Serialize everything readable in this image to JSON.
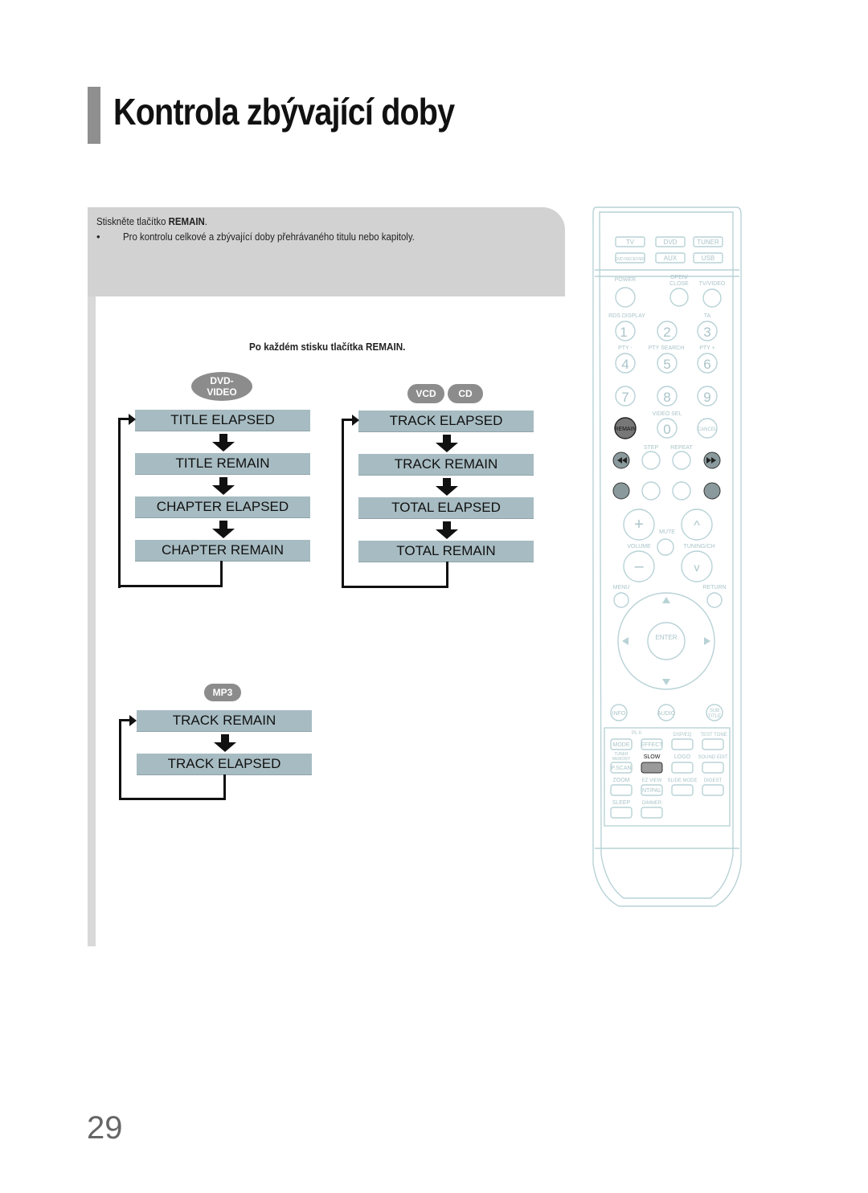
{
  "page": {
    "title": "Kontrola zbývající doby",
    "page_number": "29"
  },
  "instructions": {
    "step_prefix": "Stiskněte tlačítko ",
    "step_button": "REMAIN",
    "step_suffix": ".",
    "bullet_symbol": "•",
    "bullet_text": "Pro kontrolu celkové a zbývající doby přehrávaného titulu nebo kapitoly."
  },
  "diagram": {
    "heading": "Po každém stisku tlačítka REMAIN.",
    "dvd": {
      "badge_line1": "DVD-",
      "badge_line2": "VIDEO",
      "states": [
        "TITLE ELAPSED",
        "TITLE REMAIN",
        "CHAPTER ELAPSED",
        "CHAPTER REMAIN"
      ]
    },
    "vcd_cd": {
      "badge_vcd": "VCD",
      "badge_cd": "CD",
      "states": [
        "TRACK ELAPSED",
        "TRACK REMAIN",
        "TOTAL ELAPSED",
        "TOTAL REMAIN"
      ]
    },
    "mp3": {
      "badge": "MP3",
      "states": [
        "TRACK REMAIN",
        "TRACK ELAPSED"
      ]
    }
  },
  "remote": {
    "source_buttons": [
      "TV",
      "DVD",
      "TUNER",
      "DVD RECEIVER",
      "AUX",
      "USB"
    ],
    "labels": {
      "power": "POWER",
      "open_close_1": "OPEN/",
      "open_close_2": "CLOSE",
      "tv_video": "TV/VIDEO",
      "rds_display": "RDS DISPLAY",
      "ta": "TA",
      "pty_minus": "PTY -",
      "pty_search": "PTY SEARCH",
      "pty_plus": "PTY +",
      "video_sel": "VIDEO SEL",
      "step": "STEP",
      "repeat": "REPEAT",
      "mute": "MUTE",
      "volume": "VOLUME",
      "tuning_ch": "TUNING/CH",
      "menu": "MENU",
      "return": "RETURN",
      "enter": "ENTER",
      "remain": "REMAIN",
      "cancel": "CANCEL",
      "info": "INFO",
      "audio": "AUDIO",
      "subtitle_1": "SUB",
      "subtitle_2": "TITLE",
      "pl2": "PL II",
      "dsp_eq": "DSP/EQ",
      "test_tone": "TEST TONE",
      "mode": "MODE",
      "effect": "EFFECT",
      "tuner_memory_1": "TUNER",
      "tuner_memory_2": "MEMORY",
      "slow": "SLOW",
      "logo": "LOGO",
      "sound_edit": "SOUND EDIT",
      "p_scan": "P.SCAN",
      "zoom": "ZOOM",
      "ez_view": "EZ VIEW",
      "slide_mode": "SLIDE MODE",
      "digest": "DIGEST",
      "nt_pal": "NT/PAL",
      "sleep": "SLEEP",
      "dimmer": "DIMMER"
    },
    "digits": [
      "1",
      "2",
      "3",
      "4",
      "5",
      "6",
      "7",
      "8",
      "9",
      "0"
    ]
  },
  "colors": {
    "state_fill": "#a7bcc2",
    "badge_fill": "#8c8c8c",
    "remote_outline": "#b8d2d6",
    "remote_text": "#aac4c8"
  }
}
